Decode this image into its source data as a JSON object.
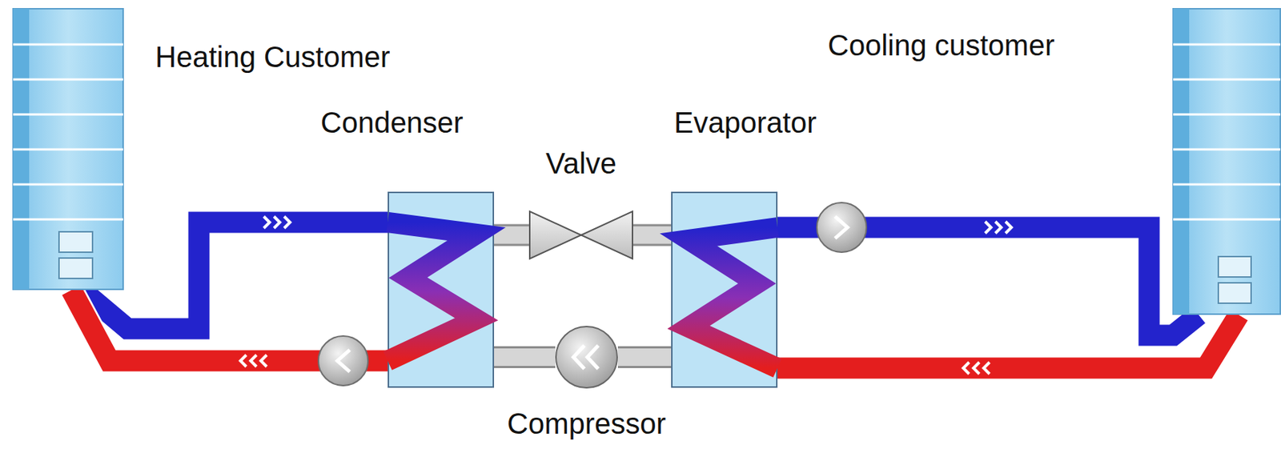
{
  "diagram": {
    "nodes": [
      {
        "text": [
          "Heating Customer"
        ]
      },
      {
        "text": [
          "Condenser"
        ]
      },
      {
        "text": [
          "Valve"
        ]
      },
      {
        "text": [
          "Evaporator"
        ]
      },
      {
        "text": [
          "Cooling customer"
        ]
      },
      {
        "text": [
          "Compressor"
        ]
      }
    ],
    "edges": [
      {
        "from": 0,
        "to": 1,
        "arrow": "none"
      },
      {
        "from": 1,
        "to": 0,
        "arrow": "none"
      },
      {
        "from": 1,
        "to": 2,
        "arrow": "none"
      },
      {
        "from": 2,
        "to": 3,
        "arrow": "none"
      },
      {
        "from": 3,
        "to": 5,
        "arrow": "none"
      },
      {
        "from": 5,
        "to": 1,
        "arrow": "none"
      },
      {
        "from": 3,
        "to": 4,
        "arrow": "none"
      },
      {
        "from": 4,
        "to": 3,
        "arrow": "none"
      }
    ]
  }
}
